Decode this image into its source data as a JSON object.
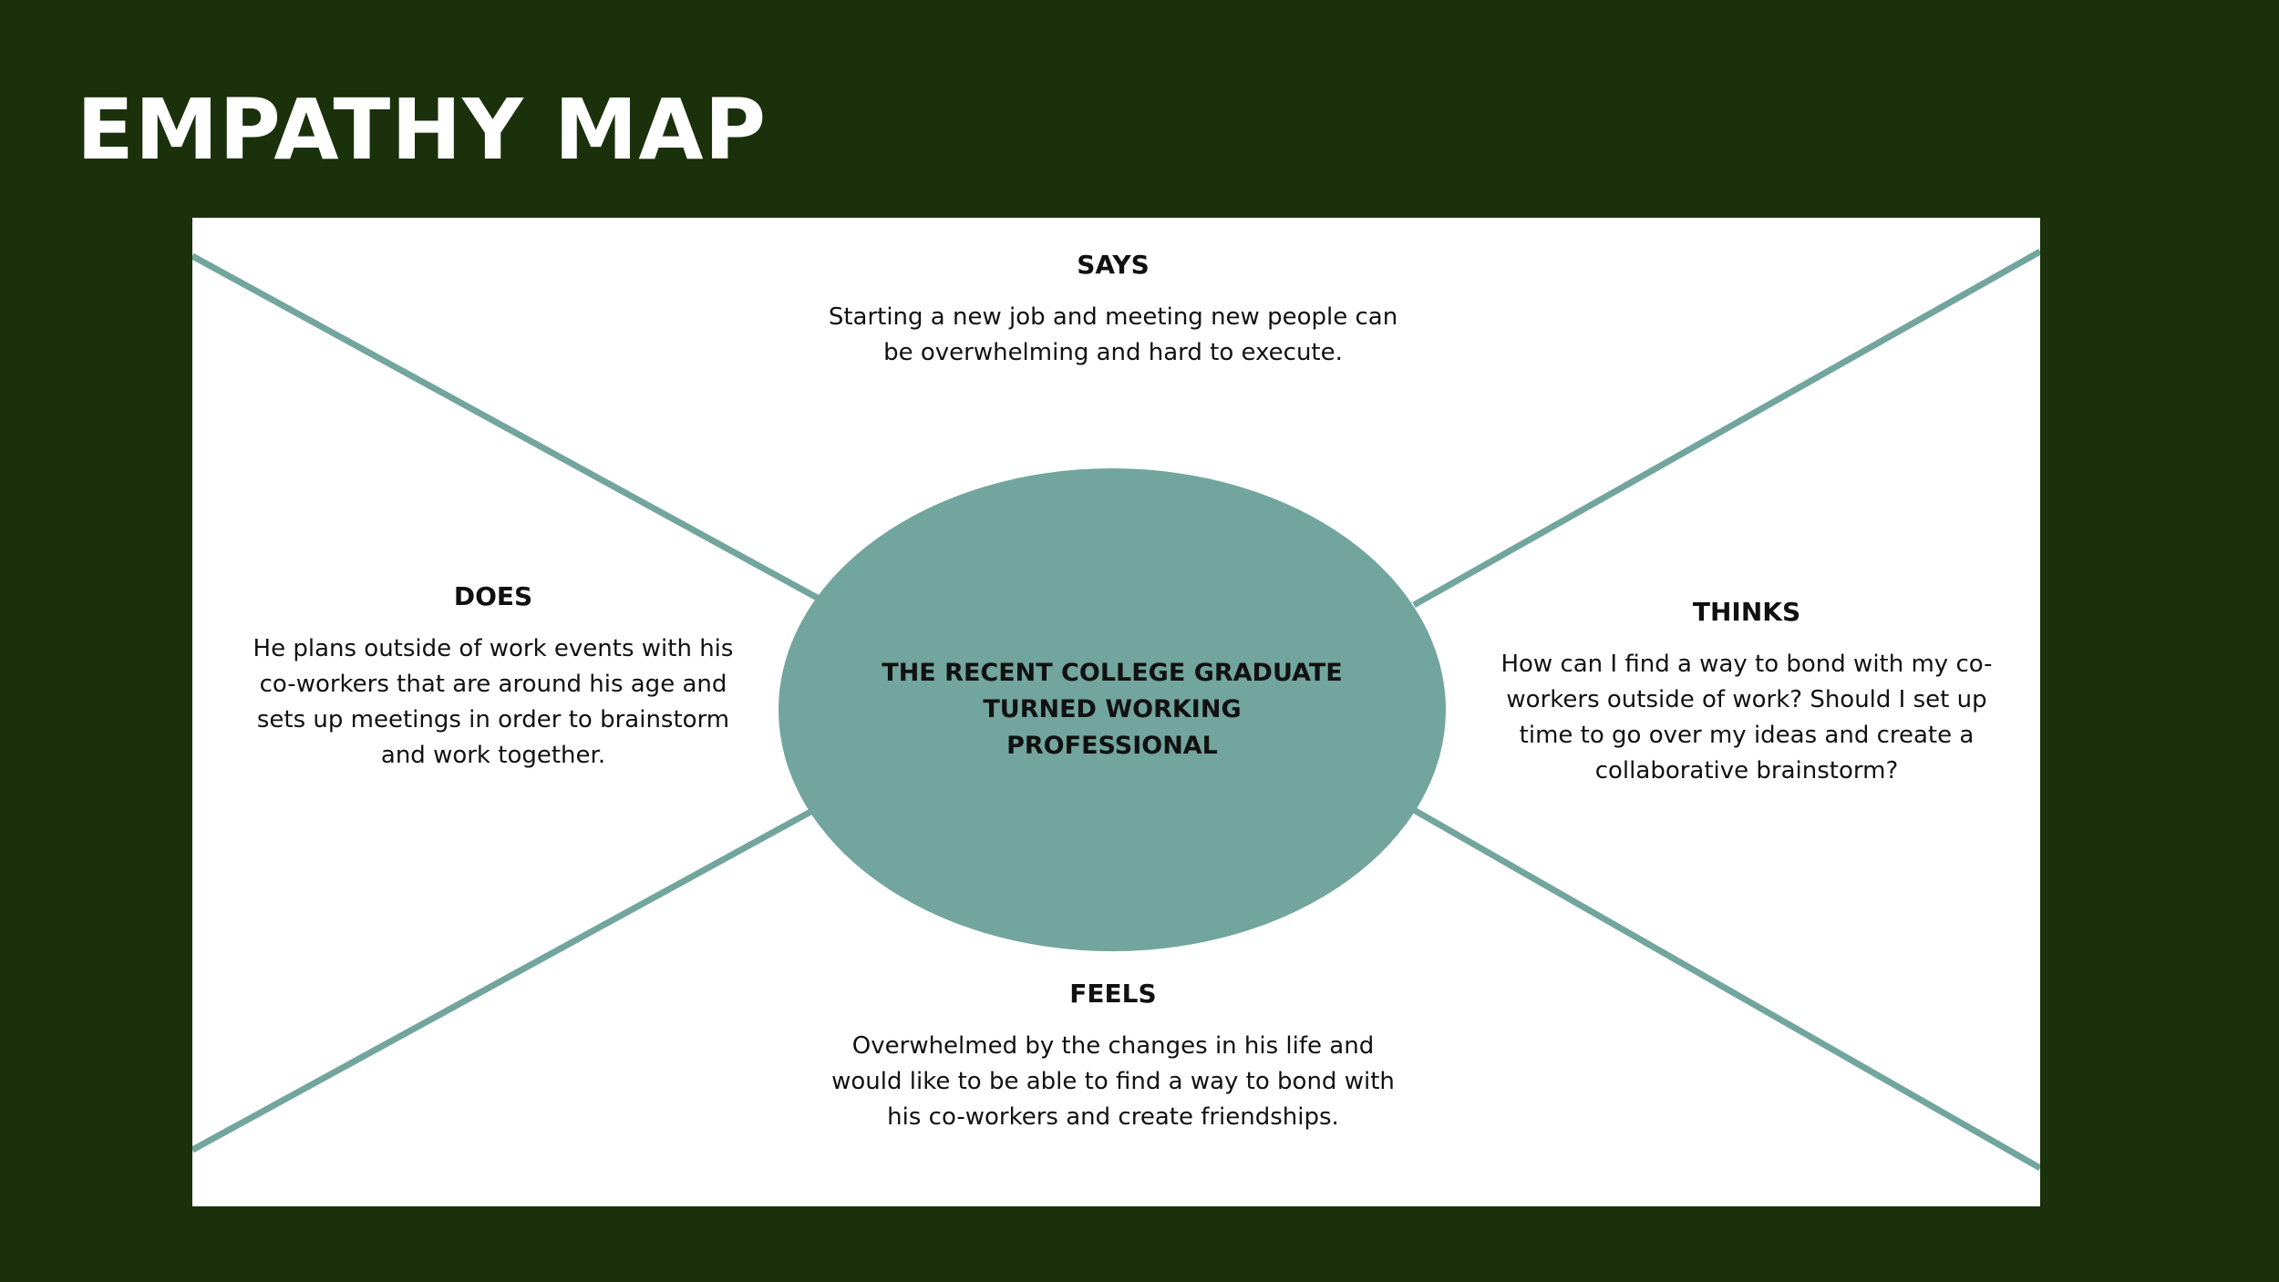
{
  "title": "EMPATHY MAP",
  "center": {
    "label": "THE RECENT COLLEGE GRADUATE TURNED WORKING PROFESSIONAL"
  },
  "quadrants": {
    "says": {
      "title": "SAYS",
      "body": "Starting a new job and meeting new people can be overwhelming and hard to execute."
    },
    "does": {
      "title": "DOES",
      "body": "He plans outside of work events with his co-workers that are around his age and sets up meetings in order to brainstorm and work together."
    },
    "thinks": {
      "title": "THINKS",
      "body": "How can I find a way to bond with my co-workers outside of work? Should I set up time to go over my ideas and create a collaborative brainstorm?"
    },
    "feels": {
      "title": "FEELS",
      "body": "Overwhelmed by the changes in his life and would like to be able to find a way to bond with his co-workers and create friendships."
    }
  },
  "colors": {
    "background": "#1a310b",
    "card": "#ffffff",
    "accent": "#72a59e",
    "text": "#111111"
  }
}
